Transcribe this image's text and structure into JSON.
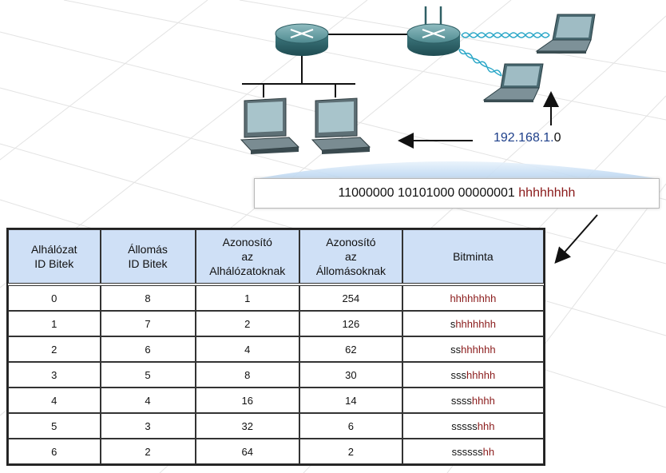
{
  "network": {
    "address_prefix": "192.168.1.",
    "address_suffix": "0",
    "binary_prefix": "11000000 10101000 00000001 ",
    "binary_host": "hhhhhhhh"
  },
  "colors": {
    "network_part": "#111111",
    "host_part": "#8a1a1a",
    "address_text": "#1d3f8a",
    "header_bg": "#cfe0f6"
  },
  "table": {
    "headers": [
      [
        "Alhálózat",
        "ID Bitek"
      ],
      [
        "Állomás",
        "ID Bitek"
      ],
      [
        "Azonosító",
        "az",
        "Alhálózatoknak"
      ],
      [
        "Azonosító",
        "az",
        "Állomásoknak"
      ],
      [
        "Bitminta"
      ]
    ],
    "rows": [
      {
        "subnet_bits": "0",
        "host_bits": "8",
        "subnets": "1",
        "hosts": "254",
        "pattern_s": "",
        "pattern_h": "hhhhhhhh"
      },
      {
        "subnet_bits": "1",
        "host_bits": "7",
        "subnets": "2",
        "hosts": "126",
        "pattern_s": "s",
        "pattern_h": "hhhhhhh"
      },
      {
        "subnet_bits": "2",
        "host_bits": "6",
        "subnets": "4",
        "hosts": "62",
        "pattern_s": "ss",
        "pattern_h": "hhhhhh"
      },
      {
        "subnet_bits": "3",
        "host_bits": "5",
        "subnets": "8",
        "hosts": "30",
        "pattern_s": "sss",
        "pattern_h": "hhhhh"
      },
      {
        "subnet_bits": "4",
        "host_bits": "4",
        "subnets": "16",
        "hosts": "14",
        "pattern_s": "ssss",
        "pattern_h": "hhhh"
      },
      {
        "subnet_bits": "5",
        "host_bits": "3",
        "subnets": "32",
        "hosts": "6",
        "pattern_s": "sssss",
        "pattern_h": "hhh"
      },
      {
        "subnet_bits": "6",
        "host_bits": "2",
        "subnets": "64",
        "hosts": "2",
        "pattern_s": "ssssss",
        "pattern_h": "hh"
      }
    ]
  },
  "icons": [
    "router-icon",
    "wireless-router-icon",
    "laptop-icon",
    "desktop-pc-icon",
    "arrow-icon",
    "wireless-signal-icon"
  ]
}
